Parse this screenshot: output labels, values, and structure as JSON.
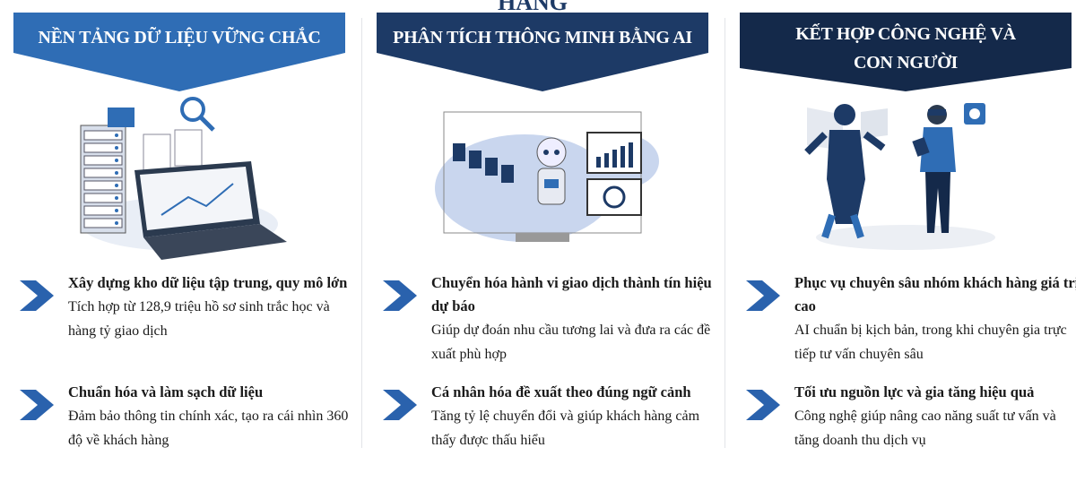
{
  "top_fragment": "HÀNG",
  "colors": {
    "col1": "#2f6db5",
    "col2": "#1d3a66",
    "col3": "#14294a",
    "chevron": "#2a62ad"
  },
  "columns": [
    {
      "title": "NỀN TẢNG DỮ LIỆU VỮNG CHẮC",
      "illustration": "server-laptop-data-illustration",
      "items": [
        {
          "heading": "Xây dựng kho dữ liệu tập trung, quy mô lớn",
          "body": "Tích hợp từ 128,9 triệu hồ sơ sinh trắc học và hàng tỷ giao dịch"
        },
        {
          "heading": "Chuẩn hóa và làm sạch dữ liệu",
          "body": "Đảm bảo thông tin chính xác, tạo ra cái nhìn 360 độ về khách hàng"
        }
      ]
    },
    {
      "title": "PHÂN TÍCH THÔNG MINH BẰNG AI",
      "illustration": "ai-robot-analytics-illustration",
      "items": [
        {
          "heading": "Chuyển hóa hành vi giao dịch thành tín hiệu dự báo",
          "body": "Giúp dự đoán nhu cầu tương lai và đưa ra các đề xuất phù hợp"
        },
        {
          "heading": "Cá nhân hóa đề xuất theo đúng ngữ cảnh",
          "body": "Tăng tỷ lệ chuyển đổi và giúp khách hàng cảm thấy được thấu hiểu"
        }
      ]
    },
    {
      "title": "KẾT HỢP CÔNG NGHỆ VÀ CON NGƯỜI",
      "illustration": "human-ai-collaboration-illustration",
      "items": [
        {
          "heading": "Phục vụ chuyên sâu nhóm khách hàng giá trị cao",
          "body": "AI chuẩn bị kịch bản, trong khi chuyên gia trực tiếp tư vấn chuyên sâu"
        },
        {
          "heading": "Tối ưu nguồn lực và gia tăng hiệu quả",
          "body": "Công nghệ giúp nâng cao năng suất tư vấn và tăng doanh thu dịch vụ"
        }
      ]
    }
  ]
}
